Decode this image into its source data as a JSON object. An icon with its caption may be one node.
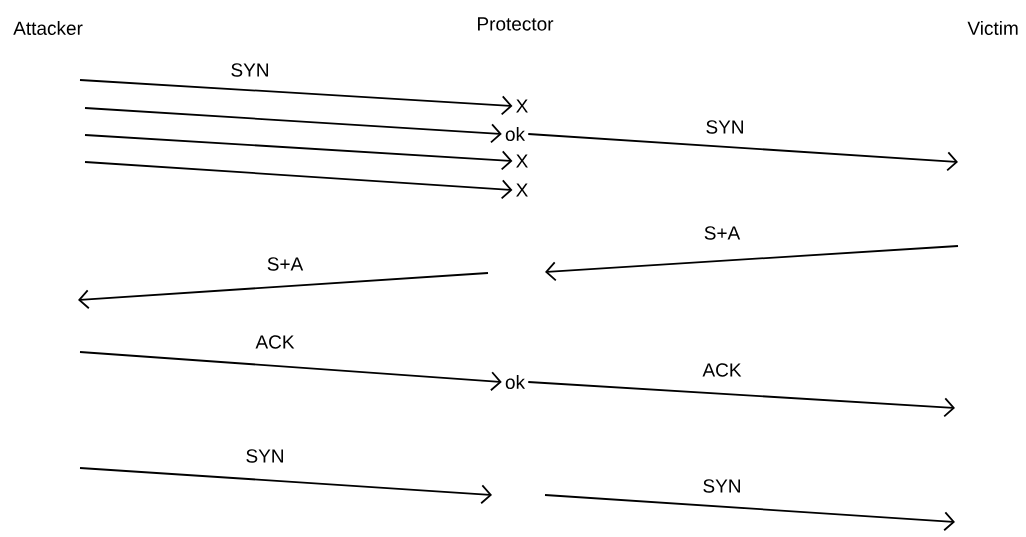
{
  "diagram": {
    "nodes": [
      {
        "text": [
          "X"
        ]
      },
      {
        "text": [
          "ok"
        ]
      },
      {
        "text": [
          "X"
        ]
      },
      {
        "text": [
          "X"
        ]
      },
      {
        "text": [
          "ok"
        ]
      }
    ],
    "edges": [
      {
        "from": null,
        "to": 0,
        "arrow": "to",
        "label": "SYN"
      },
      {
        "from": null,
        "to": 1,
        "arrow": "to"
      },
      {
        "from": null,
        "to": 2,
        "arrow": "to"
      },
      {
        "from": null,
        "to": 3,
        "arrow": "to"
      },
      {
        "from": 1,
        "to": null,
        "arrow": "to",
        "label": "SYN"
      },
      {
        "from": null,
        "to": 4,
        "arrow": "to",
        "label": "ACK"
      },
      {
        "from": 4,
        "to": null,
        "arrow": "to",
        "label": "ACK"
      }
    ],
    "labels": [
      "Attacker",
      "Protector",
      "Victim",
      "S+A",
      "S+A",
      "SYN",
      "SYN"
    ]
  }
}
